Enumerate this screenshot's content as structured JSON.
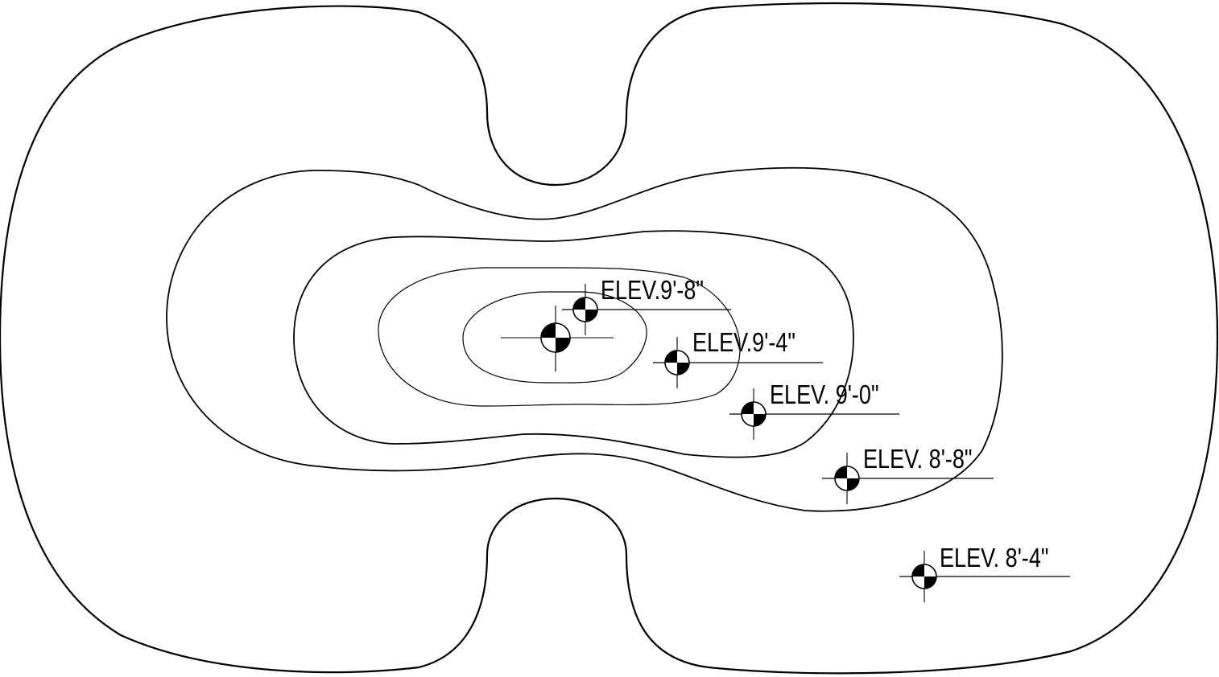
{
  "plan": {
    "outline_color": "#000000",
    "background_color": "#ffffff",
    "center_marker": {
      "icon": "elevation-benchmark-icon"
    },
    "elevation_markers": [
      {
        "label": "ELEV.9'-8\""
      },
      {
        "label": "ELEV.9'-4\""
      },
      {
        "label": "ELEV. 9'-0\""
      },
      {
        "label": "ELEV. 8'-8\""
      },
      {
        "label": "ELEV. 8'-4\""
      }
    ]
  }
}
